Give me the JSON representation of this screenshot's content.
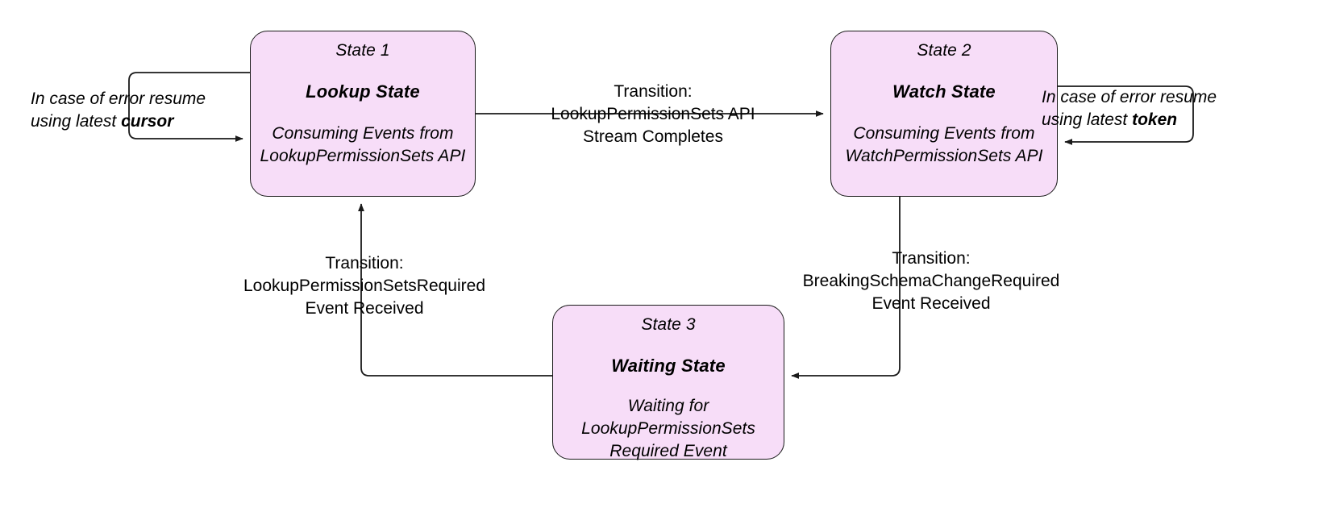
{
  "diagram": {
    "title": "Permission Sets Consumer State Machine",
    "background_color": "#ffffff",
    "node_fill_color": "#f7ddf8",
    "node_border_color": "#1a1a1a",
    "text_color": "#000000"
  },
  "states": [
    {
      "id": "State 1",
      "name": "Lookup State",
      "description": "Consuming Events from LookupPermissionSets API"
    },
    {
      "id": "State 2",
      "name": "Watch State",
      "description": "Consuming Events from WatchPermissionSets API"
    },
    {
      "id": "State 3",
      "name": "Waiting State",
      "description": "Waiting for LookupPermissionSets Required Event"
    }
  ],
  "transitions": {
    "lookup_to_watch": {
      "line1": "Transition:",
      "line2": "LookupPermissionSets API",
      "line3": "Stream Completes"
    },
    "waiting_to_lookup": {
      "line1": "Transition:",
      "line2": "LookupPermissionSetsRequired",
      "line3": "Event Received"
    },
    "watch_to_waiting": {
      "line1": "Transition:",
      "line2": "BreakingSchemaChangeRequired",
      "line3": "Event Received"
    }
  },
  "self_loop_notes": {
    "lookup": {
      "line1": "In case of error resume",
      "line2_prefix": "using latest ",
      "line2_emphasis": "cursor"
    },
    "watch": {
      "line1": "In case of error resume",
      "line2_prefix": "using latest ",
      "line2_emphasis": "token"
    }
  }
}
